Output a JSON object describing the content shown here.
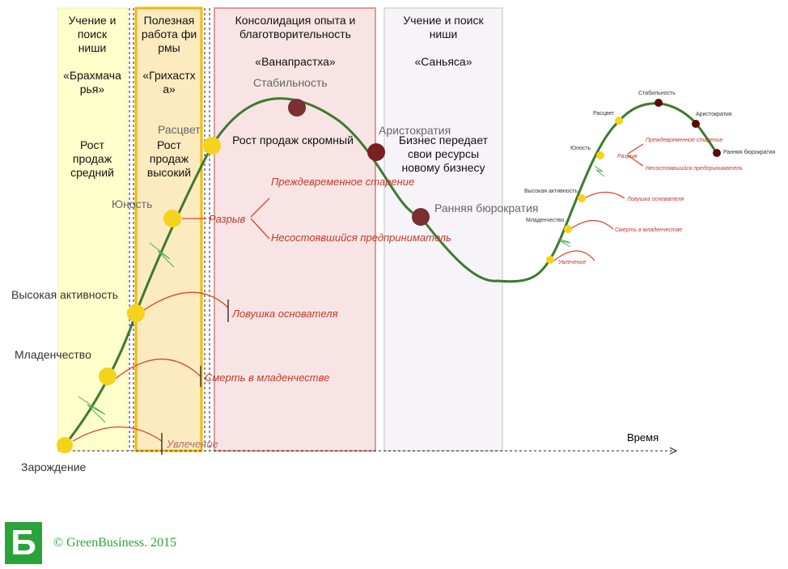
{
  "stages": [
    {
      "title": "Учение и поиск ниши",
      "name": "«Брахмачарья»",
      "sales": "Рост продаж средний"
    },
    {
      "title": "Полезная работа фирмы",
      "name": "«Грихастха»",
      "sales": "Рост продаж высокий"
    },
    {
      "title": "Консолидация опыта и благотворительность",
      "name": "«Ванапрастха»",
      "sales": "Рост продаж скромный"
    },
    {
      "title": "Учение и поиск ниши",
      "name": "«Саньяса»",
      "sales": "Бизнес передает свои ресурсы новому бизнесу"
    }
  ],
  "phases": {
    "birth": "Зарождение",
    "infancy": "Младенчество",
    "goGo": "Высокая активность",
    "youth": "Юность",
    "prime": "Расцвет",
    "stable": "Стабильность",
    "aristocracy": "Аристократия",
    "earlyBureaucracy": "Ранняя бюрократия"
  },
  "traps": {
    "affair": "Увлечение",
    "infantDeath": "Смерть в младенчестве",
    "founderTrap": "Ловушка основателя",
    "gap": "Разрыв",
    "prematureAging": "Преждевременное старение",
    "failedEntrepreneur": "Несостоявшийся предприниматель"
  },
  "axis": {
    "time": "Время"
  },
  "footer": {
    "copyright": "©  GreenBusiness. 2015",
    "logo": "Б"
  },
  "colors": {
    "curve": "#3d7a2e",
    "young": "#f5d31c",
    "old": "#7a2a2a",
    "trap": "#c0392b"
  }
}
